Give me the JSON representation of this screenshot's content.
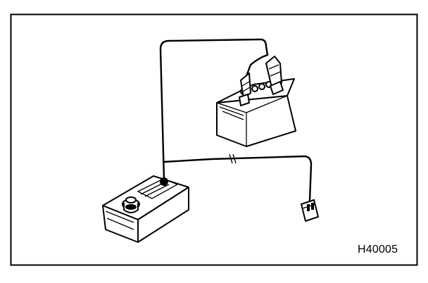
{
  "figure": {
    "id_label": "H40005",
    "components": [
      "tester-box",
      "battery",
      "battery-clips",
      "wire-harness",
      "connector"
    ]
  }
}
